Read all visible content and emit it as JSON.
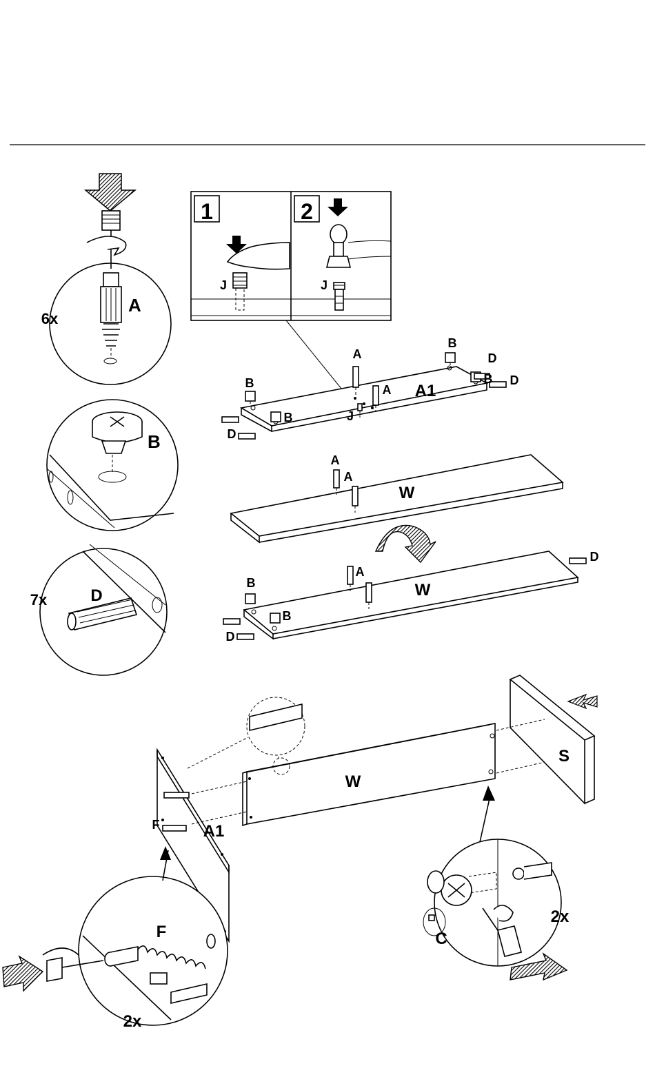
{
  "step_panel": {
    "step1_number": "1",
    "step2_number": "2",
    "step1_part": "J",
    "step2_part": "J"
  },
  "callouts": {
    "cam_bolt": {
      "qty": "6x",
      "part": "A"
    },
    "cam_lock": {
      "part": "B"
    },
    "dowel": {
      "qty": "7x",
      "part": "D"
    },
    "screw_insert": {
      "part": "F",
      "qty": "2x"
    },
    "cam_tighten": {
      "part": "C",
      "qty": "2x"
    }
  },
  "top_panel_labels": {
    "panel": "A1",
    "bolt_a_1": "A",
    "bolt_a_2": "A",
    "cam_b_1": "B",
    "cam_b_2": "B",
    "cam_b_3": "B",
    "cam_b_4": "B",
    "dowel_d_1": "D",
    "dowel_d_2": "D",
    "dowel_d_3": "D",
    "insert_j": "J"
  },
  "middle_panel_labels": {
    "panel": "W",
    "bolt_a_1": "A",
    "bolt_a_2": "A"
  },
  "lower_panel_labels": {
    "panel": "W",
    "bolt_a": "A",
    "cam_b_1": "B",
    "cam_b_2": "B",
    "dowel_d_1": "D",
    "dowel_d_2": "D"
  },
  "assembly_labels": {
    "left_side": "A1",
    "center": "W",
    "right_side": "S",
    "screw_f": "F"
  }
}
